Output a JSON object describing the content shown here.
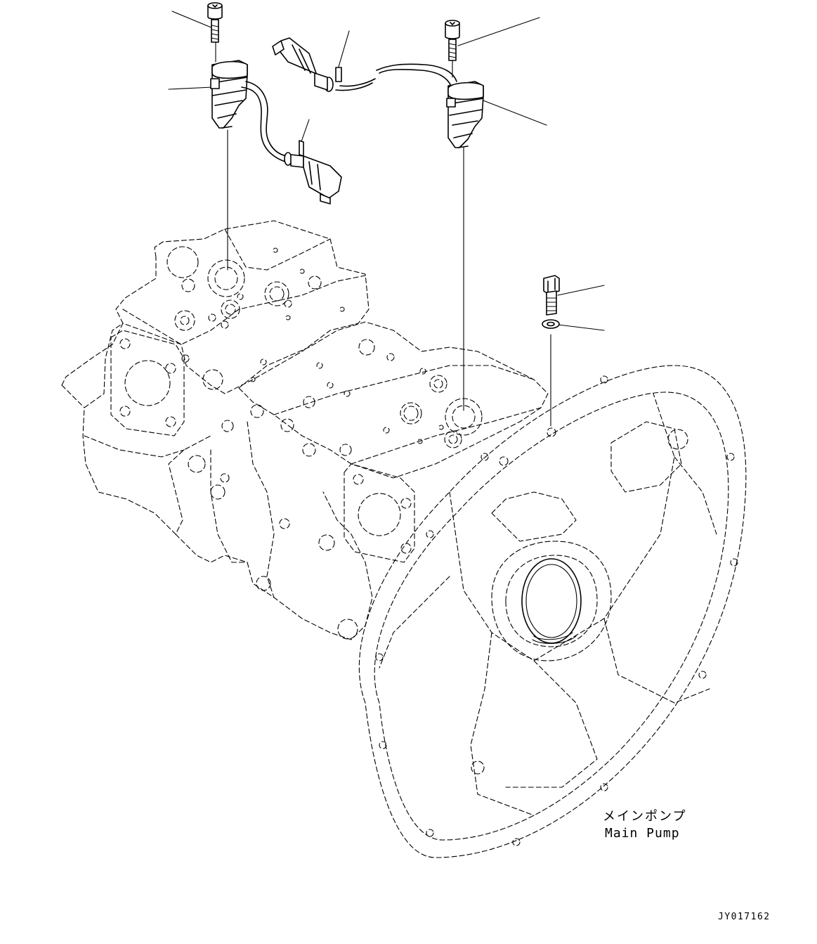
{
  "diagram": {
    "main_pump_label_jp": "メインポンプ",
    "main_pump_label_en": "Main Pump",
    "drawing_number": "JY017162"
  }
}
